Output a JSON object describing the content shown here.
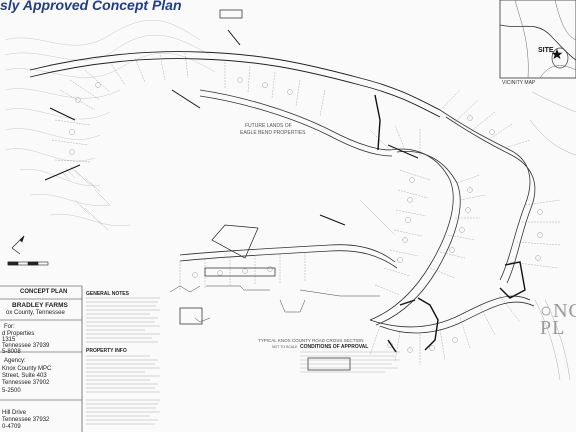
{
  "caption": "sly Approved Concept Plan",
  "vicinity": {
    "site_label": "SITE",
    "map_label": "VICINITY MAP"
  },
  "plan": {
    "future_lands_label": "FUTURE LANDS OF\nEAGLE BEND PROPERTIES",
    "road_section_title": "TYPICAL KNOX COUNTY ROAD CROSS SECTION",
    "road_section_sub": "NOT TO SCALE"
  },
  "title_block": {
    "concept_plan": "CONCEPT PLAN",
    "project_name": "BRADLEY FARMS",
    "county": "ox County, Tennessee",
    "for_label": "For:",
    "owner": "d Properties",
    "owner_code": "1315",
    "owner_city": "Tennessee 37939",
    "owner_phone": "5-8008",
    "agency_label": "Agency:",
    "agency_name": "Knox County MPC",
    "agency_street": "Street, Suite 403",
    "agency_city": "Tennessee 37902",
    "agency_phone": "5-2500",
    "preparer_street": "Hill Drive",
    "preparer_city": "Tennessee 37932",
    "preparer_phone": "0-4709"
  },
  "notes": {
    "general_header": "GENERAL NOTES",
    "property_header": "PROPERTY INFO",
    "conditions_header": "CONDITIONS OF APPROVAL"
  },
  "colors": {
    "caption": "#1f3d8a",
    "line": "#222222",
    "grid": "#9a9a9a"
  }
}
